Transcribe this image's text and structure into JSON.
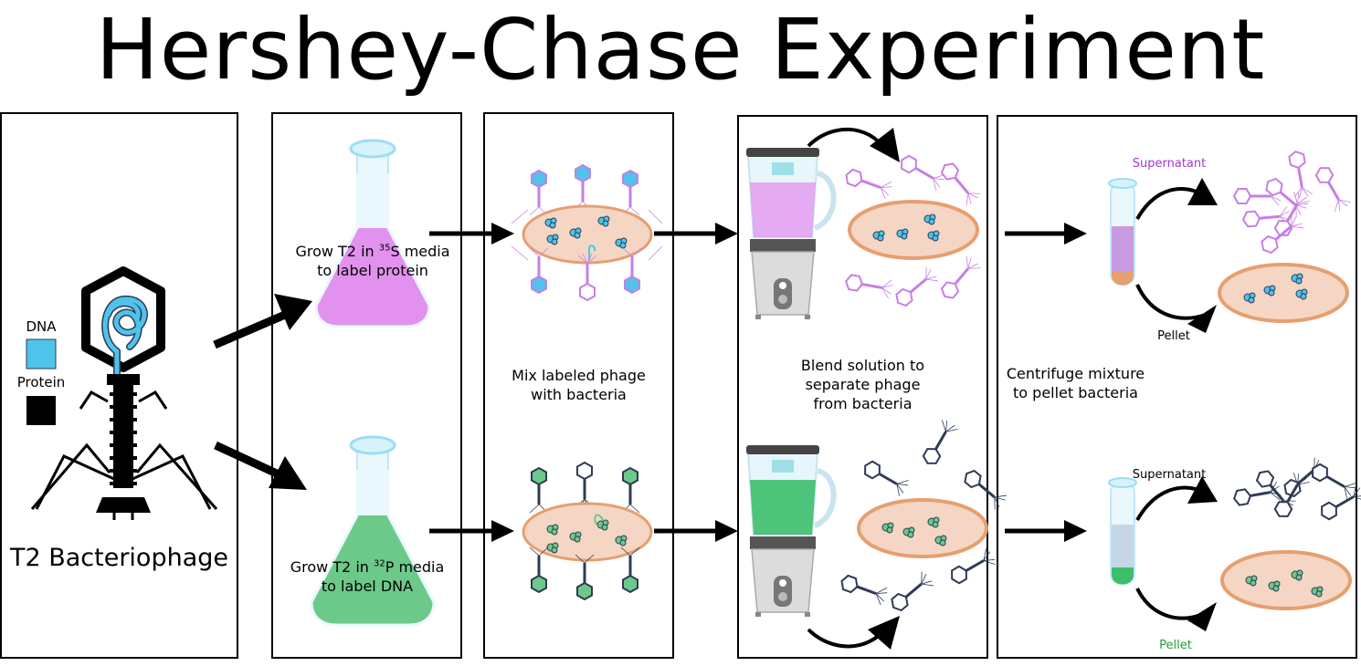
{
  "title": "Hershey-Chase Experiment",
  "panel1": {
    "phage_label": "T2 Bacteriophage",
    "legend": [
      {
        "label": "DNA",
        "color": "#4fc3ea"
      },
      {
        "label": "Protein",
        "color": "#000000"
      }
    ]
  },
  "panel2": {
    "top": {
      "pre": "Grow T2 in ",
      "isotope": "35",
      "post": "S media",
      "line2": "to label protein"
    },
    "bottom": {
      "pre": "Grow T2 in ",
      "isotope": "32",
      "post": "P media",
      "line2": "to label DNA"
    }
  },
  "panel3": {
    "line1": "Mix labeled phage",
    "line2": "with bacteria"
  },
  "panel4": {
    "line1": "Blend solution to",
    "line2": "separate phage",
    "line3": "from bacteria"
  },
  "panel5": {
    "line1": "Centrifuge mixture",
    "line2": "to pellet bacteria",
    "top": {
      "supernatant": "Supernatant",
      "pellet": "Pellet"
    },
    "bottom": {
      "supernatant": "Supernatant",
      "pellet": "Pellet"
    }
  },
  "colors": {
    "protein_label": "#c77ee6",
    "protein_liquid": "#e391ef",
    "dna_liquid": "#6cc98a",
    "blender_dna": "#3cbf6a",
    "bacteria_fill": "#f5d6c4",
    "bacteria_edge": "#e69f70",
    "dna_strand": "#4fc3ea",
    "phage_dark": "#2e3a55",
    "supernatant_purple": "#a335d8",
    "pellet_green": "#2a9a34"
  }
}
